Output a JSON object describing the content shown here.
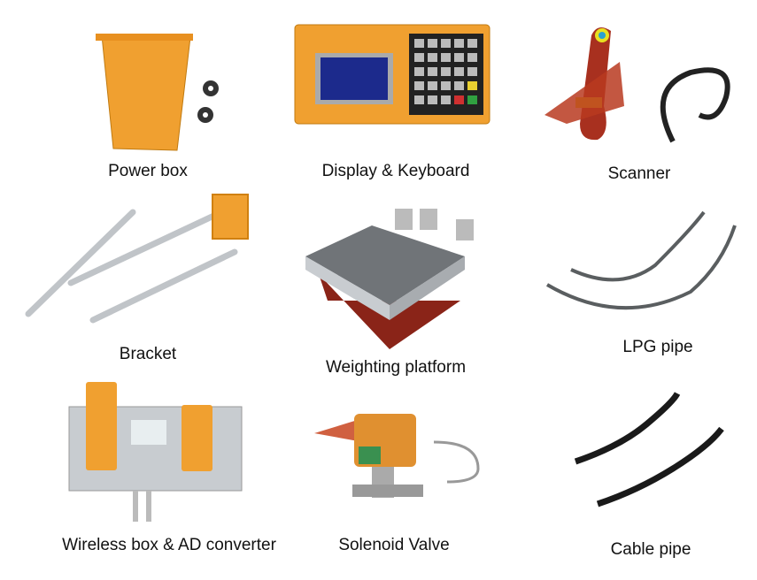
{
  "products": [
    {
      "label": "Power box",
      "icon": "power-box-image"
    },
    {
      "label": "Display & Keyboard",
      "icon": "display-keyboard-image"
    },
    {
      "label": "Scanner",
      "icon": "scanner-image"
    },
    {
      "label": "Bracket",
      "icon": "bracket-image"
    },
    {
      "label": "Weighting platform",
      "icon": "weighing-platform-image"
    },
    {
      "label": "LPG pipe",
      "icon": "lpg-pipe-image"
    },
    {
      "label": "Wireless box & AD converter",
      "icon": "wireless-box-image"
    },
    {
      "label": "Solenoid Valve",
      "icon": "solenoid-valve-image"
    },
    {
      "label": "Cable pipe",
      "icon": "cable-pipe-image"
    }
  ],
  "colors": {
    "orange": "#f0a030",
    "red": "#b03020",
    "steel": "#9aa0a6",
    "screen": "#1c2a8c"
  }
}
